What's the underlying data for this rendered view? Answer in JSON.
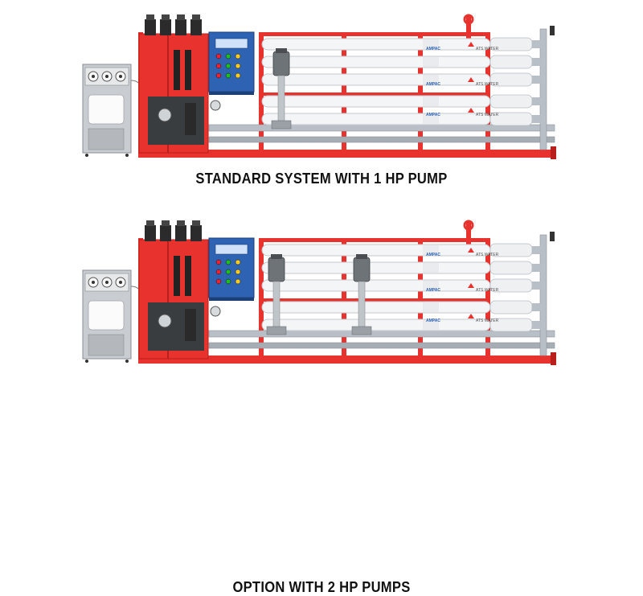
{
  "captions": {
    "standard": "STANDARD SYSTEM WITH 1 HP PUMP",
    "option": "OPTION WITH 2 HP PUMPS"
  },
  "vessel_labels": {
    "brand": "AMPAC",
    "model": "ATS WATER"
  },
  "colors": {
    "frame": "#e8322d",
    "frame_dark": "#b7201c",
    "control_panel": "#2e63b4",
    "vessel": "#f4f5f7",
    "pipe": "#b9bfc6",
    "pump": "#6e7378",
    "dosing_cabinet": "#c9ccd0"
  },
  "icons": {
    "gauge": "gauge-icon",
    "valve": "valve-icon",
    "pump": "pump-icon"
  },
  "systems": [
    {
      "id": "standard",
      "hp_pumps": 1
    },
    {
      "id": "option",
      "hp_pumps": 2
    }
  ]
}
